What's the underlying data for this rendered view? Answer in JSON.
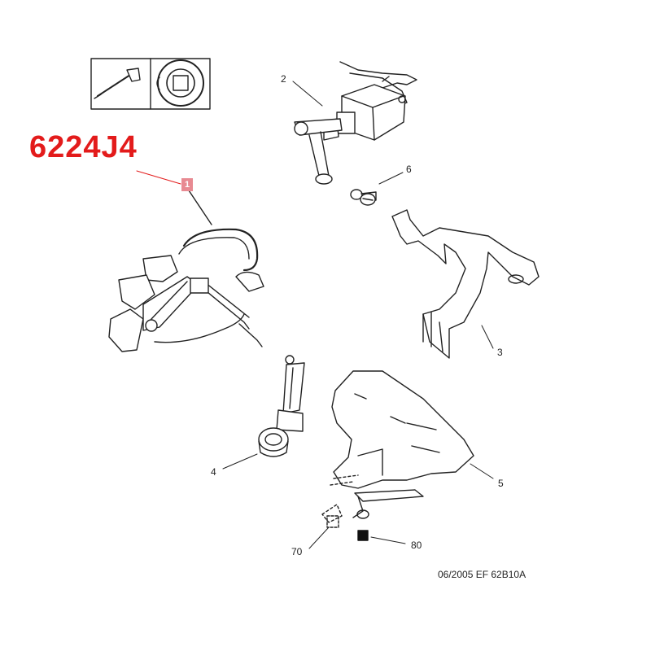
{
  "part_number": "6224J4",
  "diagram_code": "06/2005  EF 62B10A",
  "callouts": {
    "c1": "1",
    "c2": "2",
    "c3": "3",
    "c4": "4",
    "c5": "5",
    "c6": "6",
    "c70": "70",
    "c80": "80"
  },
  "colors": {
    "part_number": "#e31b1b",
    "highlight_callout": "#e88a92",
    "line": "#222222"
  }
}
